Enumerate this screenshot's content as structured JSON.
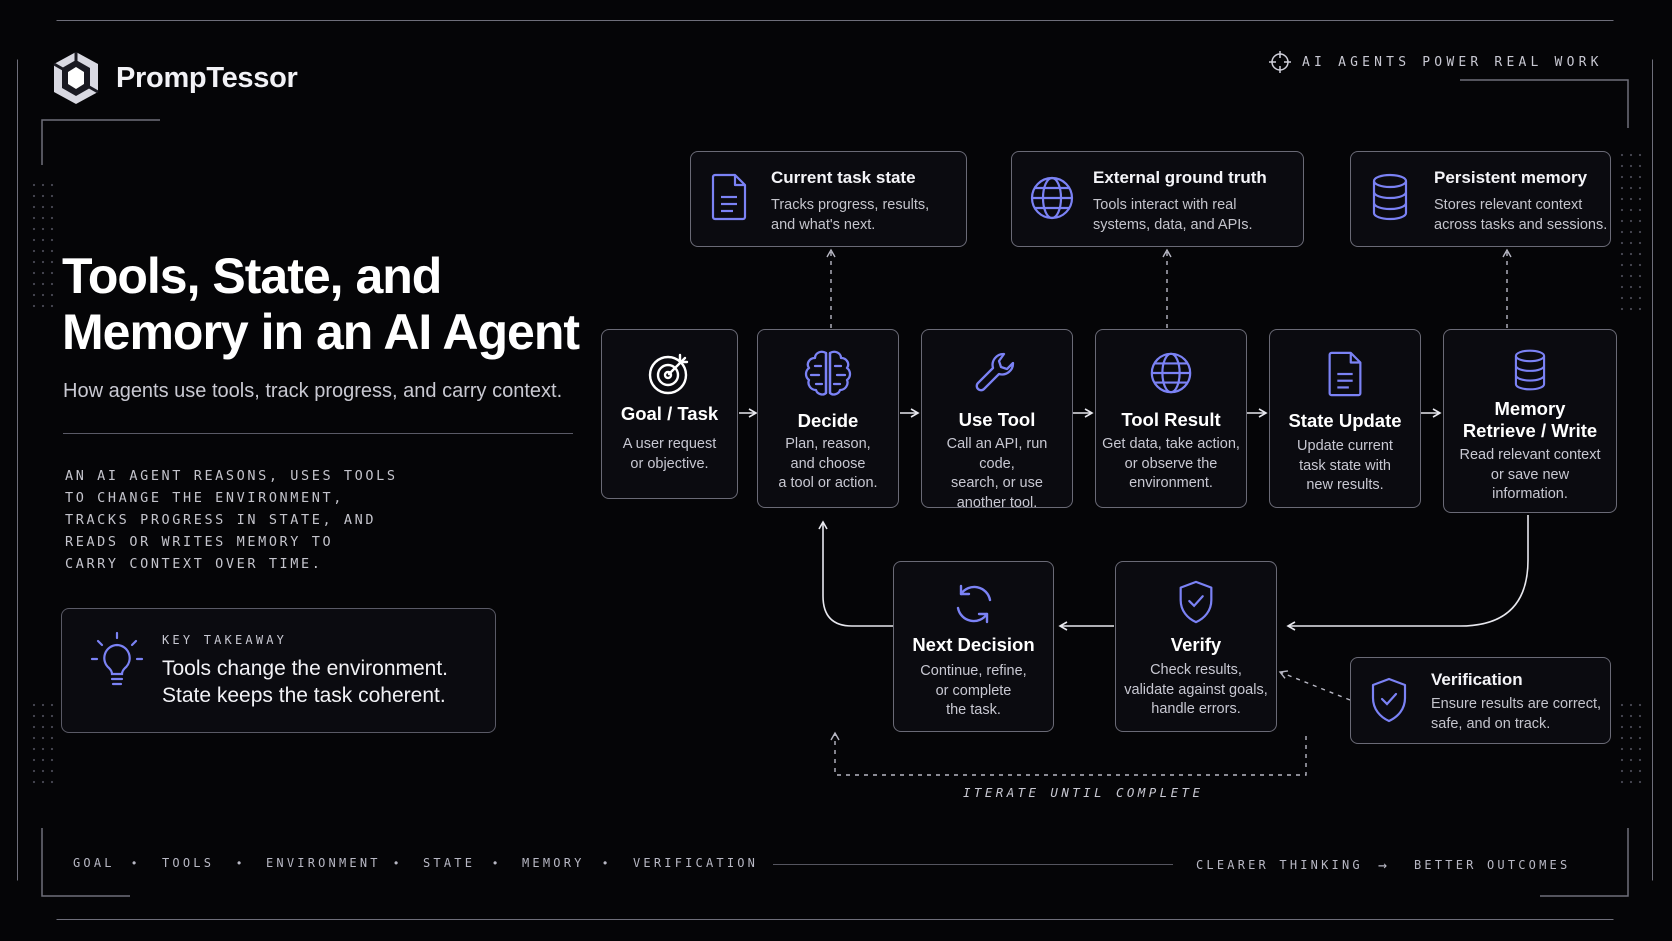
{
  "brand": {
    "name": "PrompTessor"
  },
  "tagline": "AI AGENTS POWER REAL WORK",
  "title": {
    "line1": "Tools, State, and",
    "line2": "Memory in an AI Agent"
  },
  "subtitle": "How agents use tools, track progress, and carry context.",
  "intro_lines": [
    "AN AI AGENT REASONS, USES TOOLS",
    "TO CHANGE THE ENVIRONMENT,",
    "TRACKS PROGRESS IN STATE, AND",
    "READS OR WRITES MEMORY TO",
    "CARRY CONTEXT OVER TIME."
  ],
  "takeaway": {
    "label": "KEY TAKEAWAY",
    "line1": "Tools change the environment.",
    "line2": "State keeps the task coherent."
  },
  "info_boxes": {
    "task_state": {
      "title": "Current task state",
      "desc1": "Tracks progress, results,",
      "desc2": "and what's next."
    },
    "ground_truth": {
      "title": "External ground truth",
      "desc1": "Tools interact with real",
      "desc2": "systems, data, and APIs."
    },
    "persistent_memory": {
      "title": "Persistent memory",
      "desc1": "Stores relevant context",
      "desc2": "across tasks and sessions."
    },
    "verification": {
      "title": "Verification",
      "desc1": "Ensure results are correct,",
      "desc2": "safe, and on track."
    }
  },
  "steps": {
    "goal": {
      "title": "Goal / Task",
      "desc": [
        "A user request",
        "or objective."
      ]
    },
    "decide": {
      "title": "Decide",
      "desc": [
        "Plan, reason,",
        "and choose",
        "a tool or action."
      ]
    },
    "use_tool": {
      "title": "Use Tool",
      "desc": [
        "Call an API, run code,",
        "search, or use",
        "another tool."
      ]
    },
    "tool_result": {
      "title": "Tool Result",
      "desc": [
        "Get data, take action,",
        "or observe the",
        "environment."
      ]
    },
    "state_update": {
      "title": "State Update",
      "desc": [
        "Update current",
        "task state with",
        "new results."
      ]
    },
    "memory": {
      "title1": "Memory",
      "title2": "Retrieve / Write",
      "desc": [
        "Read relevant context",
        "or save new",
        "information."
      ]
    },
    "verify": {
      "title": "Verify",
      "desc": [
        "Check results,",
        "validate against goals,",
        "handle errors."
      ]
    },
    "next": {
      "title": "Next Decision",
      "desc": [
        "Continue, refine,",
        "or complete",
        "the task."
      ]
    }
  },
  "loop_label": "ITERATE UNTIL COMPLETE",
  "footer": {
    "items": [
      "GOAL",
      "TOOLS",
      "ENVIRONMENT",
      "STATE",
      "MEMORY",
      "VERIFICATION"
    ],
    "left": "CLEARER THINKING",
    "arrow": "→",
    "right": "BETTER OUTCOMES"
  },
  "colors": {
    "accent": "#7b82f5",
    "background": "#050507",
    "border": "#6a6a76"
  }
}
